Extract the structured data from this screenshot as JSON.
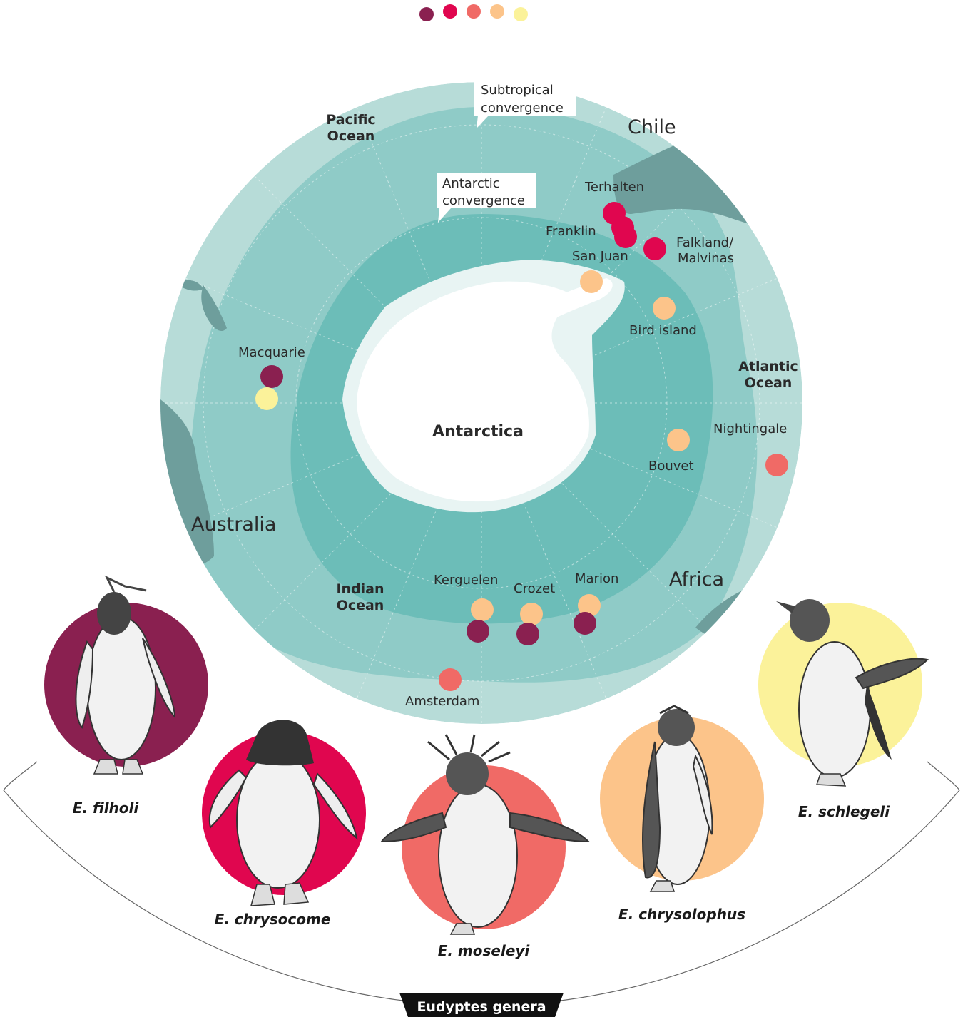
{
  "colors": {
    "filholi": "#8a2050",
    "chrysocome": "#e0064f",
    "moseleyi": "#f06a66",
    "chrysolophus": "#fcc48a",
    "schlegeli": "#fbf29a",
    "outer_ocean": "#b7dcd8",
    "mid_ocean": "#8fcbc7",
    "inner_ocean": "#6cbdb8",
    "land": "#6e9e9c",
    "ice": "#ffffff"
  },
  "legend": [
    {
      "species": "filholi"
    },
    {
      "species": "chrysocome"
    },
    {
      "species": "moseleyi"
    },
    {
      "species": "chrysolophus"
    },
    {
      "species": "schlegeli"
    }
  ],
  "map": {
    "continent": "Antarctica",
    "regions": {
      "chile": "Chile",
      "australia": "Australia",
      "africa": "Africa"
    },
    "oceans": {
      "pacific_1": "Pacific",
      "pacific_2": "Ocean",
      "atlantic_1": "Atlantic",
      "atlantic_2": "Ocean",
      "indian_1": "Indian",
      "indian_2": "Ocean"
    },
    "callouts": {
      "subtropical_1": "Subtropical",
      "subtropical_2": "convergence",
      "antarctic_1": "Antarctic",
      "antarctic_2": "convergence"
    },
    "places": {
      "terhalten": "Terhalten",
      "franklin": "Franklin",
      "falkland_1": "Falkland/",
      "falkland_2": "Malvinas",
      "san_juan": "San Juan",
      "bird_island": "Bird island",
      "macquarie": "Macquarie",
      "nightingale": "Nightingale",
      "bouvet": "Bouvet",
      "kerguelen": "Kerguelen",
      "crozet": "Crozet",
      "marion": "Marion",
      "amsterdam": "Amsterdam"
    },
    "colonies": [
      {
        "place": "Terhalten",
        "species": "chrysocome"
      },
      {
        "place": "Franklin",
        "species": "chrysocome"
      },
      {
        "place": "Franklin",
        "species": "chrysocome"
      },
      {
        "place": "Falkland/Malvinas",
        "species": "chrysocome"
      },
      {
        "place": "San Juan",
        "species": "chrysolophus"
      },
      {
        "place": "Bird island",
        "species": "chrysolophus"
      },
      {
        "place": "Macquarie",
        "species": "filholi"
      },
      {
        "place": "Macquarie",
        "species": "schlegeli"
      },
      {
        "place": "Bouvet",
        "species": "chrysolophus"
      },
      {
        "place": "Nightingale",
        "species": "moseleyi"
      },
      {
        "place": "Kerguelen",
        "species": "chrysolophus"
      },
      {
        "place": "Kerguelen",
        "species": "filholi"
      },
      {
        "place": "Crozet",
        "species": "chrysolophus"
      },
      {
        "place": "Crozet",
        "species": "filholi"
      },
      {
        "place": "Marion",
        "species": "chrysolophus"
      },
      {
        "place": "Marion",
        "species": "filholi"
      },
      {
        "place": "Amsterdam",
        "species": "moseleyi"
      }
    ]
  },
  "species": [
    {
      "key": "filholi",
      "label": "E. filholi"
    },
    {
      "key": "chrysocome",
      "label": "E. chrysocome"
    },
    {
      "key": "moseleyi",
      "label": "E. moseleyi"
    },
    {
      "key": "chrysolophus",
      "label": "E. chrysolophus"
    },
    {
      "key": "schlegeli",
      "label": "E. schlegeli"
    }
  ],
  "genus_label": "Eudyptes genera"
}
